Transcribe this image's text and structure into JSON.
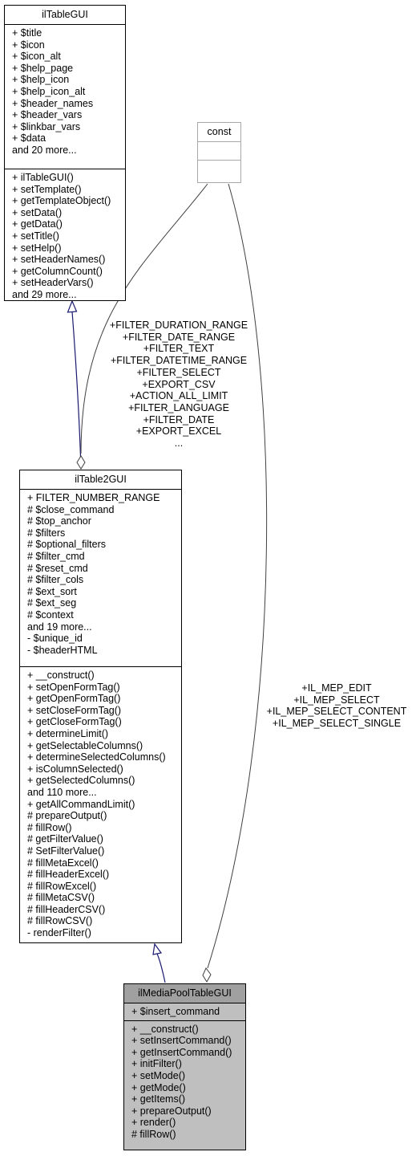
{
  "classes": {
    "iltablegui": {
      "name": "ilTableGUI",
      "attributes": [
        "+ $title",
        "+ $icon",
        "+ $icon_alt",
        "+ $help_page",
        "+ $help_icon",
        "+ $help_icon_alt",
        "+ $header_names",
        "+ $header_vars",
        "+ $linkbar_vars",
        "+ $data",
        "and 20 more..."
      ],
      "operations": [
        "+ ilTableGUI()",
        "+ setTemplate()",
        "+ getTemplateObject()",
        "+ setData()",
        "+ getData()",
        "+ setTitle()",
        "+ setHelp()",
        "+ setHeaderNames()",
        "+ getColumnCount()",
        "+ setHeaderVars()",
        "and 29 more..."
      ]
    },
    "const": {
      "name": "const"
    },
    "iltable2gui": {
      "name": "ilTable2GUI",
      "attributes": [
        "+ FILTER_NUMBER_RANGE",
        "# $close_command",
        "# $top_anchor",
        "# $filters",
        "# $optional_filters",
        "# $filter_cmd",
        "# $reset_cmd",
        "# $filter_cols",
        "# $ext_sort",
        "# $ext_seg",
        "# $context",
        "and 19 more...",
        "- $unique_id",
        "- $headerHTML"
      ],
      "operations": [
        "+ __construct()",
        "+ setOpenFormTag()",
        "+ getOpenFormTag()",
        "+ setCloseFormTag()",
        "+ getCloseFormTag()",
        "+ determineLimit()",
        "+ getSelectableColumns()",
        "+ determineSelectedColumns()",
        "+ isColumnSelected()",
        "+ getSelectedColumns()",
        "and 110 more...",
        "+ getAllCommandLimit()",
        "# prepareOutput()",
        "# fillRow()",
        "# getFilterValue()",
        "# SetFilterValue()",
        "# fillMetaExcel()",
        "# fillHeaderExcel()",
        "# fillRowExcel()",
        "# fillMetaCSV()",
        "# fillHeaderCSV()",
        "# fillRowCSV()",
        "- renderFilter()"
      ]
    },
    "ilmediapooltablegui": {
      "name": "ilMediaPoolTableGUI",
      "attributes": [
        "+ $insert_command"
      ],
      "operations": [
        "+ __construct()",
        "+ setInsertCommand()",
        "+ getInsertCommand()",
        "+ initFilter()",
        "+ setMode()",
        "+ getMode()",
        "+ getItems()",
        "+ prepareOutput()",
        "+ render()",
        "# fillRow()"
      ]
    }
  },
  "edge_labels": {
    "const_to_table2": [
      "+FILTER_DURATION_RANGE",
      "+FILTER_DATE_RANGE",
      "+FILTER_TEXT",
      "+FILTER_DATETIME_RANGE",
      "+FILTER_SELECT",
      "+EXPORT_CSV",
      "+ACTION_ALL_LIMIT",
      "+FILTER_LANGUAGE",
      "+FILTER_DATE",
      "+EXPORT_EXCEL",
      "..."
    ],
    "const_to_mediapool": [
      "+IL_MEP_EDIT",
      "+IL_MEP_SELECT",
      "+IL_MEP_SELECT_CONTENT",
      "+IL_MEP_SELECT_SINGLE"
    ]
  },
  "colors": {
    "inheritance_edge": "#191970",
    "usage_edge": "#404040",
    "const_border": "#a8a8a8",
    "focus_fill": "#bfbfbf",
    "focus_title_fill": "#a0a0a0"
  }
}
